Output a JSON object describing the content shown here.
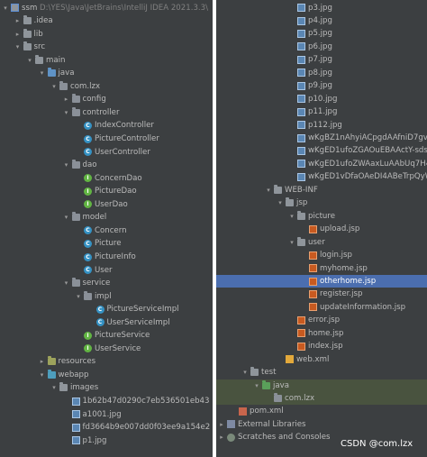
{
  "left_tree": [
    {
      "label": "ssm",
      "suffix": "D:\\YES\\Java\\JetBrains\\IntelliJ IDEA 2021.3.3\\",
      "level": 0,
      "arrow": "down",
      "icon": "module"
    },
    {
      "label": ".idea",
      "level": 1,
      "arrow": "right",
      "icon": "f-plain"
    },
    {
      "label": "lib",
      "level": 1,
      "arrow": "right",
      "icon": "f-plain"
    },
    {
      "label": "src",
      "level": 1,
      "arrow": "down",
      "icon": "f-plain"
    },
    {
      "label": "main",
      "level": 2,
      "arrow": "down",
      "icon": "f-plain"
    },
    {
      "label": "java",
      "level": 3,
      "arrow": "down",
      "icon": "f-src"
    },
    {
      "label": "com.lzx",
      "level": 4,
      "arrow": "down",
      "icon": "f-pkg"
    },
    {
      "label": "config",
      "level": 5,
      "arrow": "right",
      "icon": "f-pkg"
    },
    {
      "label": "controller",
      "level": 5,
      "arrow": "down",
      "icon": "f-pkg"
    },
    {
      "label": "IndexController",
      "level": 6,
      "icon": "cls"
    },
    {
      "label": "PictureController",
      "level": 6,
      "icon": "cls"
    },
    {
      "label": "UserController",
      "level": 6,
      "icon": "cls"
    },
    {
      "label": "dao",
      "level": 5,
      "arrow": "down",
      "icon": "f-pkg"
    },
    {
      "label": "ConcernDao",
      "level": 6,
      "icon": "ifc"
    },
    {
      "label": "PictureDao",
      "level": 6,
      "icon": "ifc"
    },
    {
      "label": "UserDao",
      "level": 6,
      "icon": "ifc"
    },
    {
      "label": "model",
      "level": 5,
      "arrow": "down",
      "icon": "f-pkg"
    },
    {
      "label": "Concern",
      "level": 6,
      "icon": "cls"
    },
    {
      "label": "Picture",
      "level": 6,
      "icon": "cls"
    },
    {
      "label": "PictureInfo",
      "level": 6,
      "icon": "cls"
    },
    {
      "label": "User",
      "level": 6,
      "icon": "cls"
    },
    {
      "label": "service",
      "level": 5,
      "arrow": "down",
      "icon": "f-pkg"
    },
    {
      "label": "impl",
      "level": 6,
      "arrow": "down",
      "icon": "f-pkg"
    },
    {
      "label": "PictureServiceImpl",
      "level": 7,
      "icon": "cls"
    },
    {
      "label": "UserServiceImpl",
      "level": 7,
      "icon": "cls"
    },
    {
      "label": "PictureService",
      "level": 6,
      "icon": "ifc"
    },
    {
      "label": "UserService",
      "level": 6,
      "icon": "ifc"
    },
    {
      "label": "resources",
      "level": 3,
      "arrow": "right",
      "icon": "f-res"
    },
    {
      "label": "webapp",
      "level": 3,
      "arrow": "down",
      "icon": "f-web"
    },
    {
      "label": "images",
      "level": 4,
      "arrow": "down",
      "icon": "f-plain"
    },
    {
      "label": "1b62b47d0290c7eb536501eb43",
      "level": 5,
      "icon": "img"
    },
    {
      "label": "a1001.jpg",
      "level": 5,
      "icon": "img"
    },
    {
      "label": "fd3664b9e007dd0f03ee9a154e2",
      "level": 5,
      "icon": "img"
    },
    {
      "label": "p1.jpg",
      "level": 5,
      "icon": "img"
    }
  ],
  "right_tree": [
    {
      "label": "p3.jpg",
      "level": 6,
      "icon": "img"
    },
    {
      "label": "p4.jpg",
      "level": 6,
      "icon": "img"
    },
    {
      "label": "p5.jpg",
      "level": 6,
      "icon": "img"
    },
    {
      "label": "p6.jpg",
      "level": 6,
      "icon": "img"
    },
    {
      "label": "p7.jpg",
      "level": 6,
      "icon": "img"
    },
    {
      "label": "p8.jpg",
      "level": 6,
      "icon": "img"
    },
    {
      "label": "p9.jpg",
      "level": 6,
      "icon": "img"
    },
    {
      "label": "p10.jpg",
      "level": 6,
      "icon": "img"
    },
    {
      "label": "p11.jpg",
      "level": 6,
      "icon": "img"
    },
    {
      "label": "p112.jpg",
      "level": 6,
      "icon": "img"
    },
    {
      "label": "wKgBZ1nAhyiACpgdAAfniD7gvw",
      "level": 6,
      "icon": "img"
    },
    {
      "label": "wKgED1ufoZGAOuEBAActY-sdsJ",
      "level": 6,
      "icon": "img"
    },
    {
      "label": "wKgED1ufoZWAaxLuAAbUq7H4",
      "level": 6,
      "icon": "img"
    },
    {
      "label": "wKgED1vDfaOAeDI4ABeTrpQyW",
      "level": 6,
      "icon": "img"
    },
    {
      "label": "WEB-INF",
      "level": 4,
      "arrow": "down",
      "icon": "f-plain"
    },
    {
      "label": "jsp",
      "level": 5,
      "arrow": "down",
      "icon": "f-plain"
    },
    {
      "label": "picture",
      "level": 6,
      "arrow": "down",
      "icon": "f-plain"
    },
    {
      "label": "upload.jsp",
      "level": 7,
      "icon": "jsp"
    },
    {
      "label": "user",
      "level": 6,
      "arrow": "down",
      "icon": "f-plain"
    },
    {
      "label": "login.jsp",
      "level": 7,
      "icon": "jsp"
    },
    {
      "label": "myhome.jsp",
      "level": 7,
      "icon": "jsp"
    },
    {
      "label": "otherhome.jsp",
      "level": 7,
      "icon": "jsp",
      "selected": true
    },
    {
      "label": "register.jsp",
      "level": 7,
      "icon": "jsp"
    },
    {
      "label": "updateInformation.jsp",
      "level": 7,
      "icon": "jsp"
    },
    {
      "label": "error.jsp",
      "level": 6,
      "icon": "jsp"
    },
    {
      "label": "home.jsp",
      "level": 6,
      "icon": "jsp"
    },
    {
      "label": "index.jsp",
      "level": 6,
      "icon": "jsp"
    },
    {
      "label": "web.xml",
      "level": 5,
      "icon": "xml"
    },
    {
      "label": "test",
      "level": 2,
      "arrow": "down",
      "icon": "f-plain"
    },
    {
      "label": "java",
      "level": 3,
      "arrow": "down",
      "icon": "f-test",
      "highlight": true
    },
    {
      "label": "com.lzx",
      "level": 4,
      "icon": "f-pkg",
      "highlight": true
    },
    {
      "label": "pom.xml",
      "level": 1,
      "icon": "pom"
    },
    {
      "label": "External Libraries",
      "level": 0,
      "arrow": "right",
      "icon": "lib"
    },
    {
      "label": "Scratches and Consoles",
      "level": 0,
      "arrow": "right",
      "icon": "scr"
    }
  ],
  "watermark": "CSDN @com.lzx",
  "colors": {
    "panel": "#3c3f41",
    "text": "#bbbbbb",
    "selection": "#4b6eaf",
    "test_highlight": "#49533f"
  }
}
